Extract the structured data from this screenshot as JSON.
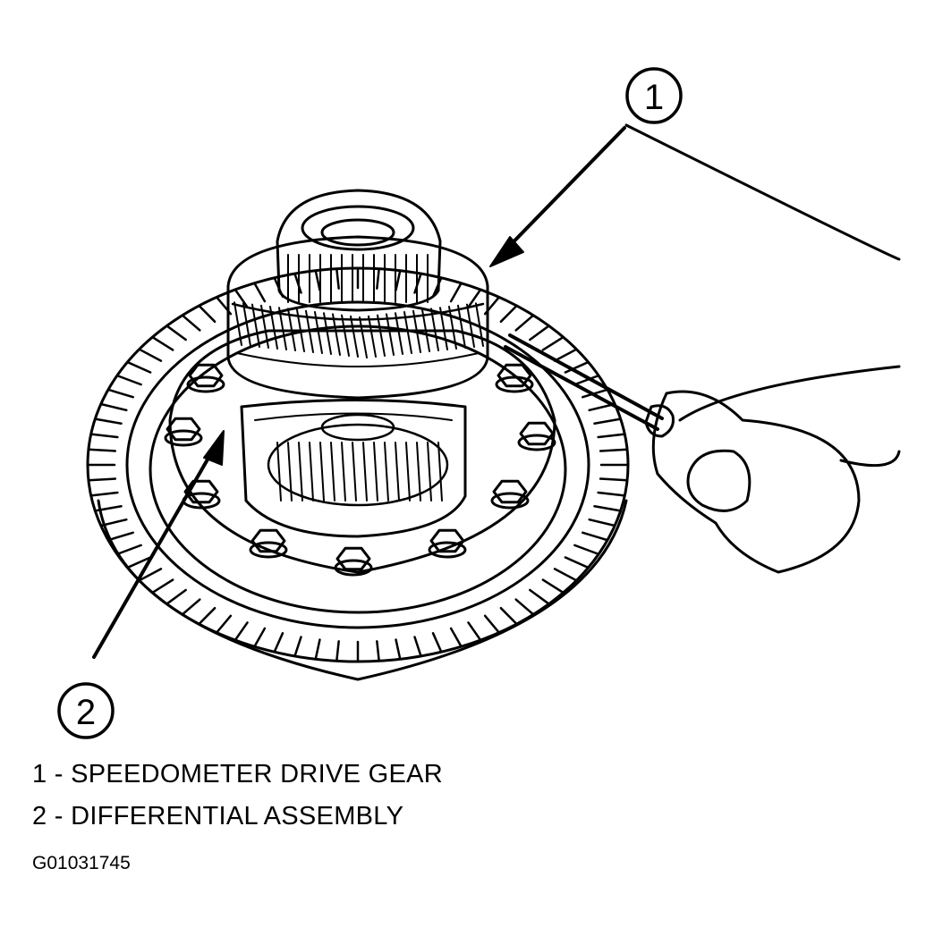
{
  "callouts": [
    {
      "number": "1",
      "label": "SPEEDOMETER DRIVE GEAR"
    },
    {
      "number": "2",
      "label": "DIFFERENTIAL ASSEMBLY"
    }
  ],
  "legend": {
    "line1": "1 - SPEEDOMETER DRIVE GEAR",
    "line2": "2 - DIFFERENTIAL ASSEMBLY"
  },
  "figure_id": "G01031745",
  "colors": {
    "ink": "#000000",
    "paper": "#ffffff"
  }
}
